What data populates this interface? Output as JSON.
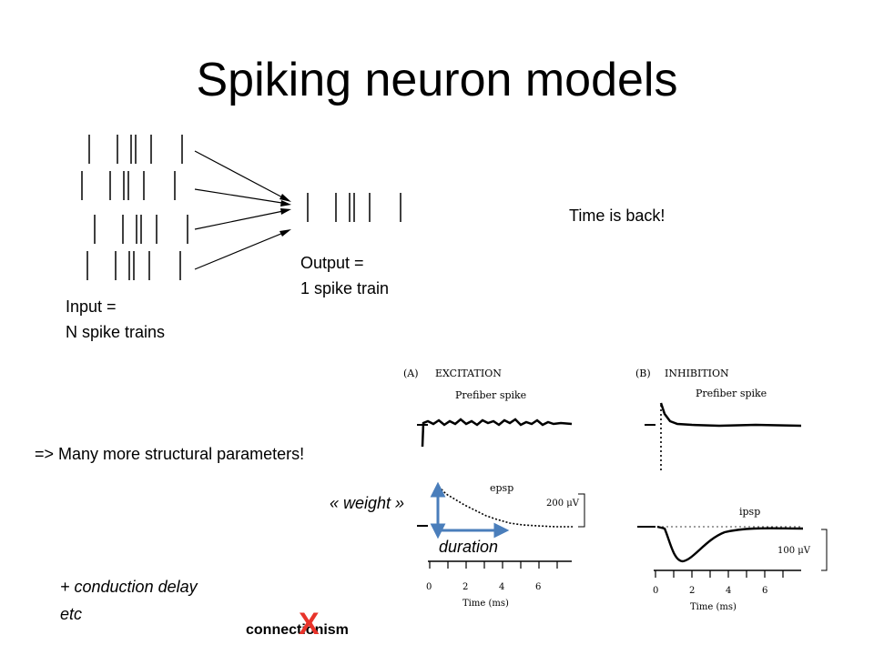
{
  "slide": {
    "title": "Spiking neuron models",
    "input_label": "Input =",
    "input_sub": "N spike trains",
    "output_label": "Output =",
    "output_sub": "1 spike train",
    "time_note": "Time is back!",
    "structural_note": "=> Many more structural parameters!",
    "weight_label": "« weight »",
    "duration_label": "duration",
    "delay_note": "+ conduction delay",
    "etc_note": "etc",
    "connectionism_label": "connectionism",
    "cross_mark": "X"
  },
  "figure": {
    "panel_a": {
      "tag": "(A)",
      "heading": "EXCITATION",
      "prefiber": "Prefiber spike",
      "response": "epsp",
      "scale": "200 μV"
    },
    "panel_b": {
      "tag": "(B)",
      "heading": "INHIBITION",
      "prefiber": "Prefiber spike",
      "response": "ipsp",
      "scale": "100 μV"
    },
    "axis_ticks": [
      "0",
      "2",
      "4",
      "6"
    ],
    "axis_label": "Time (ms)"
  },
  "colors": {
    "arrow_blue": "#4a7ebb",
    "cross_red": "#e8332a"
  }
}
